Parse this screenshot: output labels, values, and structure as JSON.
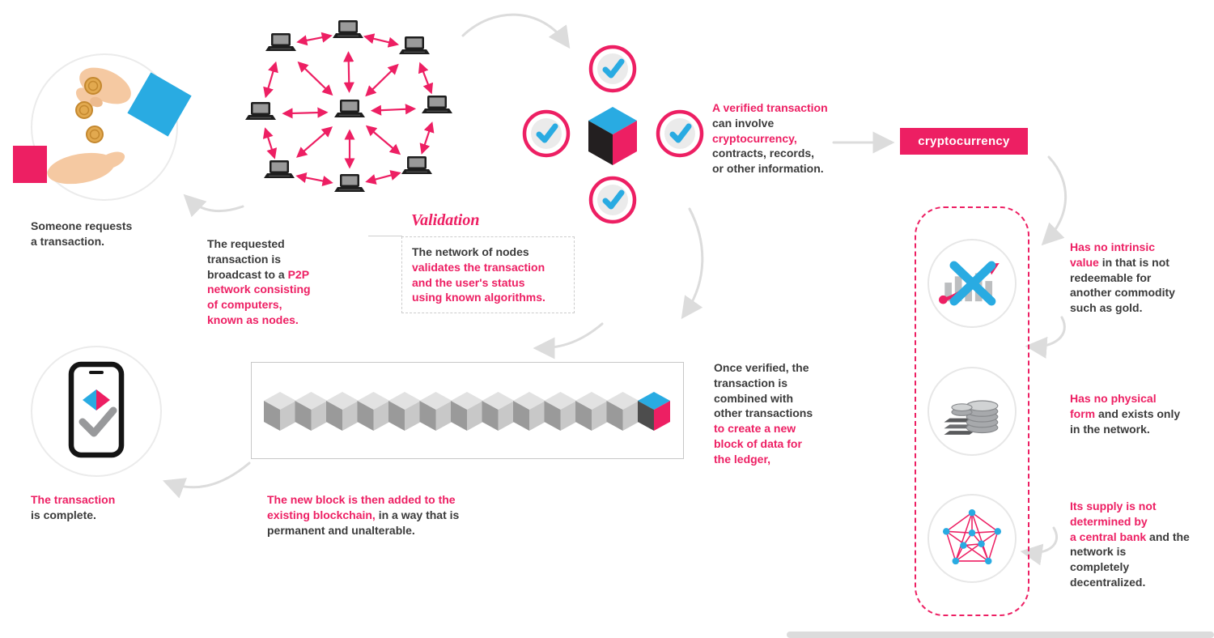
{
  "colors": {
    "pink": "#ED1F63",
    "dark": "#3B3B3B",
    "blue": "#29ABE2",
    "arrow_gray": "#DCDCDC",
    "gold": "#E2A94F"
  },
  "icons": {
    "request": "hand-dropping-coins-icon",
    "network": "p2p-laptop-network-icon",
    "verified": "cube-with-checkmarks-icon",
    "checkmark": "blue-checkmark-icon",
    "intrinsic": "crossed-out-chart-icon",
    "physical": "coin-stack-icon",
    "supply": "decentralized-network-icon",
    "complete": "phone-checkmark-icon",
    "blockchain": "cube-chain-icon"
  },
  "texts": {
    "request": {
      "parts": [
        {
          "t": "Someone requests\na transaction.",
          "c": "dark"
        }
      ]
    },
    "broadcast": {
      "parts": [
        {
          "t": "The requested\ntransaction is\nbroadcast to a ",
          "c": "dark"
        },
        {
          "t": "P2P\nnetwork consisting\nof computers,\nknown as nodes.",
          "c": "pink"
        }
      ]
    },
    "validation_title": "Validation",
    "validation_body": {
      "parts": [
        {
          "t": "The network of nodes\n",
          "c": "dark"
        },
        {
          "t": "validates the transaction\nand the user's status\nusing known algorithms.",
          "c": "pink"
        }
      ]
    },
    "verified": {
      "parts": [
        {
          "t": "A verified transaction\n",
          "c": "pink"
        },
        {
          "t": "can involve\n",
          "c": "dark"
        },
        {
          "t": "cryptocurrency,\n",
          "c": "pink"
        },
        {
          "t": "contracts, records,\nor other information.",
          "c": "dark"
        }
      ]
    },
    "crypto_button": "cryptocurrency",
    "ledger": {
      "parts": [
        {
          "t": "Once verified, the\ntransaction is\ncombined with\nother transactions\n",
          "c": "dark"
        },
        {
          "t": "to create a new\nblock of data for\nthe ledger,",
          "c": "pink"
        }
      ]
    },
    "complete": {
      "parts": [
        {
          "t": "The transaction\n",
          "c": "pink"
        },
        {
          "t": "is complete.",
          "c": "dark"
        }
      ]
    },
    "new_block": {
      "parts": [
        {
          "t": "The new block is then added to the\nexisting blockchain,",
          "c": "pink"
        },
        {
          "t": " in a way that is\npermanent and unalterable.",
          "c": "dark"
        }
      ]
    },
    "trait_intrinsic": {
      "parts": [
        {
          "t": "Has no intrinsic\nvalue",
          "c": "pink"
        },
        {
          "t": " in that is not\nredeemable for\nanother commodity\nsuch as gold.",
          "c": "dark"
        }
      ]
    },
    "trait_physical": {
      "parts": [
        {
          "t": "Has no physical\nform",
          "c": "pink"
        },
        {
          "t": " and exists only\nin the network.",
          "c": "dark"
        }
      ]
    },
    "trait_supply": {
      "parts": [
        {
          "t": "Its supply is not\ndetermined by\na central bank",
          "c": "pink"
        },
        {
          "t": " and the network is\ncompletely\ndecentralized.",
          "c": "dark"
        }
      ]
    }
  },
  "network": {
    "node_count": 9
  },
  "blockchain": {
    "cube_count": 13,
    "highlighted_cube_index": 12
  }
}
